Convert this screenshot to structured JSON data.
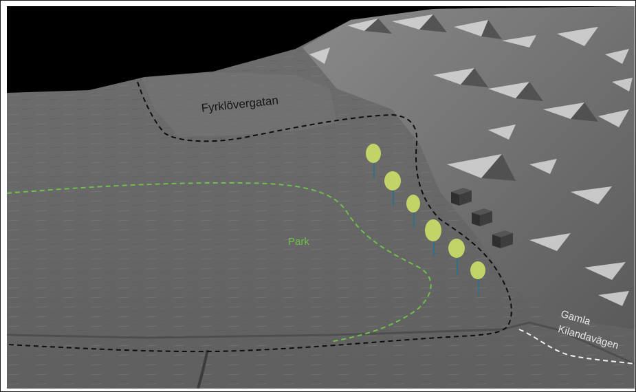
{
  "map": {
    "colors": {
      "sky": "#000000",
      "terrain": "#6b6b6b",
      "terrain_light": "#7a7a7a",
      "terrain_dark": "#555555",
      "park_boundary": "#6fc04a",
      "project_boundary": "#0d0d0d",
      "road_line": "#f2f2f2",
      "tree_canopy": "#c2d468",
      "tree_trunk": "#2f6f88",
      "building": "#3a3a3a"
    },
    "labels": {
      "street": "Fyrklövergatan",
      "park": "Park",
      "road_line1": "Gamla",
      "road_line2": "Kilandavägen"
    },
    "trees_count": 6,
    "buildings_count": 3
  }
}
